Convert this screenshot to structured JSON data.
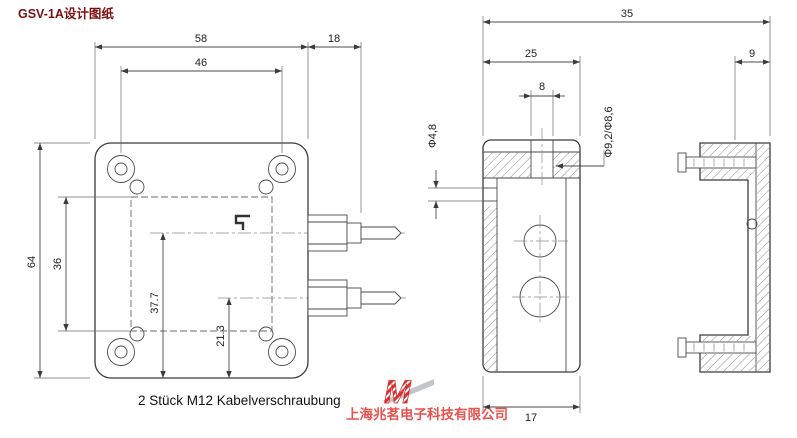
{
  "title": "GSV-1A设计图纸",
  "caption": "2 Stück M12 Kabelverschraubung",
  "watermark": {
    "logo": "M",
    "company": "上海兆茗电子科技有限公司"
  },
  "front_view": {
    "dim_outer_width": "58",
    "dim_gland_length": "18",
    "dim_hole_spacing": "46",
    "dim_outer_height": "64",
    "dim_inner_height": "36",
    "dim_gland1_from_bottom": "37.7",
    "dim_gland2_from_bottom": "21.3"
  },
  "section_view": {
    "dim_total_depth": "35",
    "dim_body_depth": "25",
    "dim_slot_width": "8",
    "dim_small_hole": "Φ4,8",
    "dim_large_hole": "Φ9,2/Φ8,6",
    "dim_base_width": "17"
  },
  "lid_view": {
    "dim_depth": "9"
  },
  "colors": {
    "line": "#3b3b3b",
    "title": "#7d0f0f",
    "watermark": "#e5403d"
  }
}
